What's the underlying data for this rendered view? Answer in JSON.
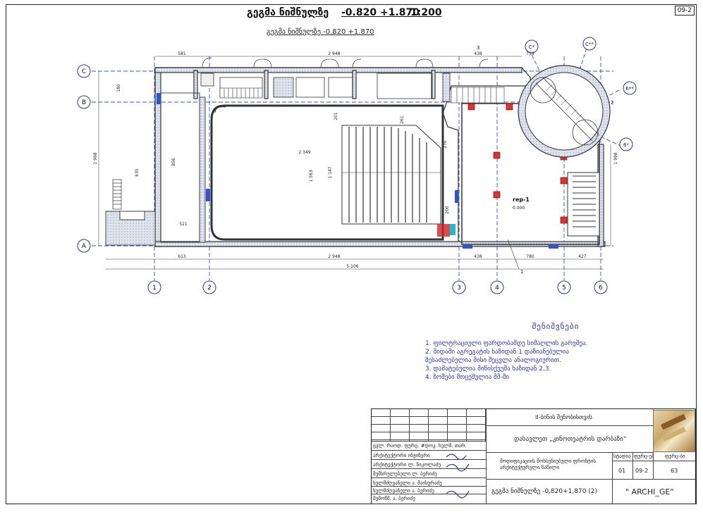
{
  "sheet_number": "09-2",
  "title": {
    "part1": "გეგმა ნიშნულზე",
    "part2": "-0.820 +1.870",
    "scale": "1:200"
  },
  "subtitle": "გეგმა ნიშნულზე -0.820 +1.870",
  "axes": {
    "rows": [
      "C",
      "B",
      "A"
    ],
    "columns": [
      "1",
      "2",
      "3",
      "4",
      "5",
      "6"
    ],
    "radial": [
      "C*",
      "C**",
      "6**",
      "6*"
    ]
  },
  "dimensions": {
    "bottom_segments": [
      "613",
      "2 948",
      "438",
      "780",
      "427"
    ],
    "bottom_total": "5 106",
    "top_segments": [
      "581",
      "2 948",
      "438",
      "759"
    ],
    "hall_width": "2 349",
    "left_height": "1 998",
    "right_height": "1 998",
    "misc": [
      "1 563",
      "1 147",
      "521",
      "856",
      "200",
      "270",
      "201",
      "261",
      "180",
      "635"
    ]
  },
  "room_label": "rep-1",
  "room_sublabel": "0.000",
  "callout_1": "1",
  "callout_2": "2",
  "callout_3": "3",
  "notes": {
    "heading": "შენიშვნები",
    "items": [
      "1. ფილტრაციული ფარდობამდე სიმაღლის გარეშეა.",
      "2. შიდაში აგრეგატის ხაზიდან 1 დაზიანებულია",
      "   შესაძლებელია მისი შეცვლა ანალოგიურით.",
      "3. დამატებულია მიწისქვეშა ხაზიდან 2,3.",
      "4. ზომები მოცემულია მმ-ში"
    ]
  },
  "title_block": {
    "org": "II-ბინის შენობისთვის",
    "project": "დასავლეთ „კინოთეატრის დარბაზი“",
    "left_rows": [
      [
        "ცვლ.",
        "რაოდ.",
        "ფურც.",
        "#დოკ.",
        "ხელმ.",
        "თარ."
      ],
      [
        "არქიტექტორი",
        "ინჟინერი",
        "",
        "",
        "",
        ""
      ],
      [
        "არქიტექტორი",
        "ლ. ნიკოლაძე",
        "",
        "",
        "",
        ""
      ],
      [
        "შემსრულებელი",
        "ლ. ბერიძე",
        "",
        "",
        "",
        ""
      ],
      [
        "ხელმძღვანელი",
        "ა. მაისურაძე",
        "",
        "",
        "",
        ""
      ],
      [
        "ხელმძღვანელი",
        "ა. ბერიძე",
        "",
        "",
        "",
        ""
      ],
      [
        "შემოწმ.",
        "ა. ბერიძე",
        "",
        "",
        "",
        ""
      ]
    ],
    "desc": "მოდიფიკაციის მოხსენიებული ფრონტის არქიტექტურული ნაწილი",
    "stage_header": "სტადია",
    "sheet_header": "ფურც-ები",
    "sheets_header": "ფურც-ბი",
    "stage": "01",
    "sheet": "09-2",
    "sheets": "63",
    "drawing_name": "გეგმა ნიშნულზე -0,820+1,870 (2)",
    "firm": "\" ARCHI_GE\""
  }
}
